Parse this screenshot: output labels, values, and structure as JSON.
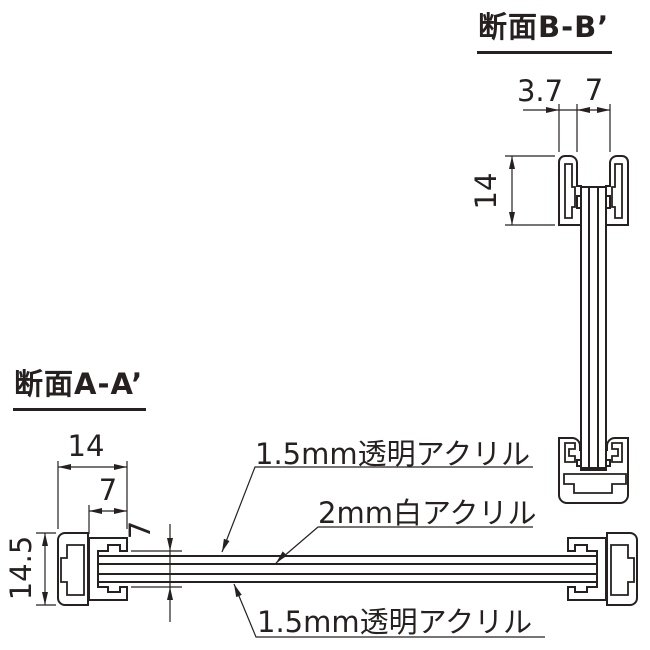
{
  "drawing": {
    "background": "#ffffff",
    "ink": "#262120",
    "section_b": {
      "title": "断面B-B’",
      "dim_wall": "3.7",
      "dim_slot": "7",
      "dim_depth": "14"
    },
    "section_a": {
      "title": "断面A-A’",
      "dim_width": "14",
      "dim_clamp": "7",
      "dim_panel": "7",
      "dim_height": "14.5"
    },
    "annotations": {
      "top": "1.5mm透明アクリル",
      "middle": "2mm白アクリル",
      "bottom": "1.5mm透明アクリル"
    }
  }
}
